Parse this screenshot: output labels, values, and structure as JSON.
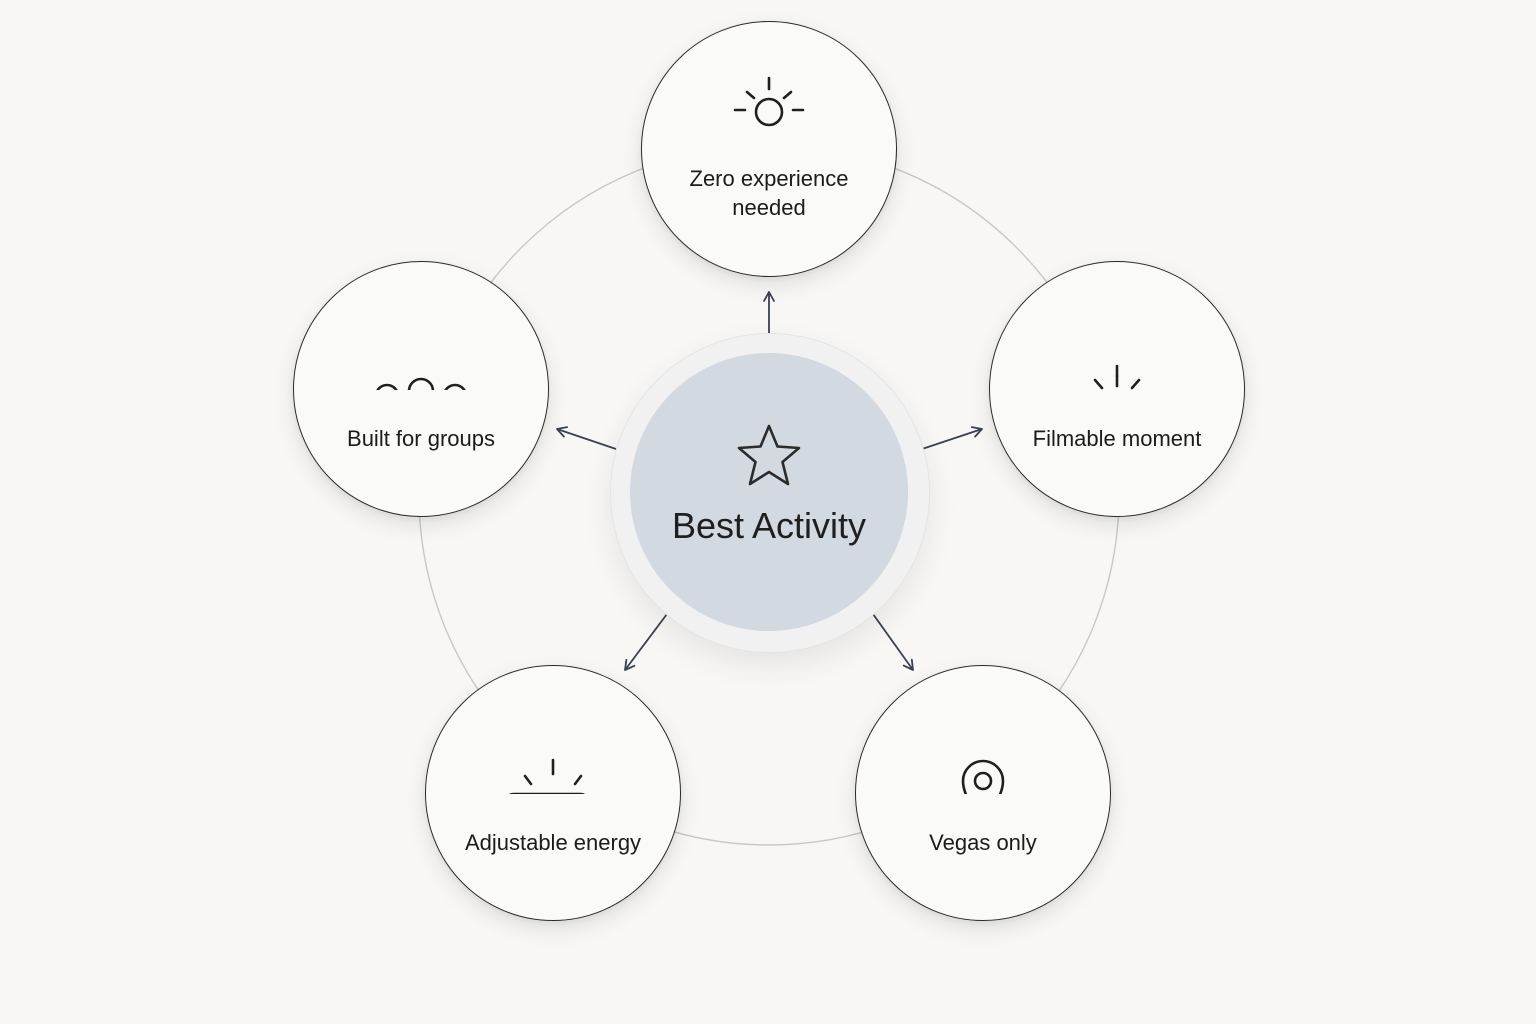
{
  "center": {
    "title": "Best Activity",
    "icon": "star-icon",
    "fill_color": "#d3d9e1"
  },
  "nodes": [
    {
      "id": "zero-experience",
      "label": "Zero experience\nneeded",
      "icon": "person-sparkle-icon"
    },
    {
      "id": "filmable-moment",
      "label": "Filmable moment",
      "icon": "camera-icon"
    },
    {
      "id": "vegas-only",
      "label": "Vegas only",
      "icon": "location-pin-icon"
    },
    {
      "id": "adjustable-energy",
      "label": "Adjustable energy",
      "icon": "battery-icon"
    },
    {
      "id": "built-for-groups",
      "label": "Built for groups",
      "icon": "group-icon"
    }
  ],
  "colors": {
    "background": "#f8f7f5",
    "stroke": "#2b2b2b",
    "ring": "#c8c8c8",
    "arrow": "#3a4150"
  }
}
